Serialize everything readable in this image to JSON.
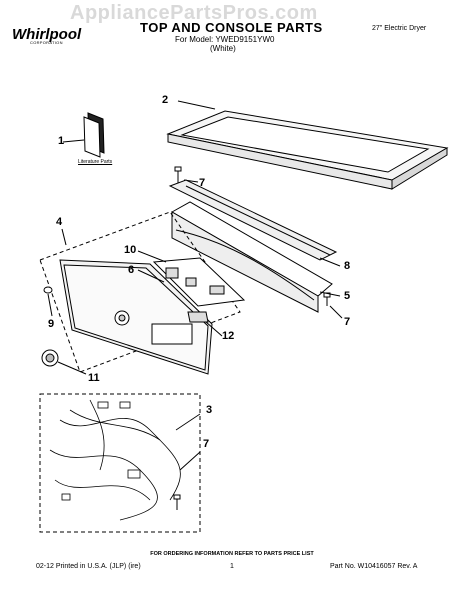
{
  "header": {
    "watermark": "AppliancePartsPros.com",
    "brand": "Whirlpool",
    "brand_sub": "CORPORATION",
    "title": "TOP AND CONSOLE PARTS",
    "model_line": "For Model: YWED9151YW0",
    "color_line": "(White)",
    "product_line": "27\" Electric Dryer"
  },
  "callouts": {
    "c1": "1",
    "c2": "2",
    "c3": "3",
    "c4": "4",
    "c5": "5",
    "c6": "6",
    "c7a": "7",
    "c7b": "7",
    "c7c": "7",
    "c8": "8",
    "c9": "9",
    "c10": "10",
    "c11": "11",
    "c12": "12"
  },
  "literature_label": "Literature Parts",
  "order_info": "FOR ORDERING INFORMATION REFER TO PARTS PRICE LIST",
  "footer": {
    "left": "02-12  Printed in U.S.A. (JLP) (ire)",
    "page": "1",
    "right": "Part No. W10416057 Rev. A"
  }
}
